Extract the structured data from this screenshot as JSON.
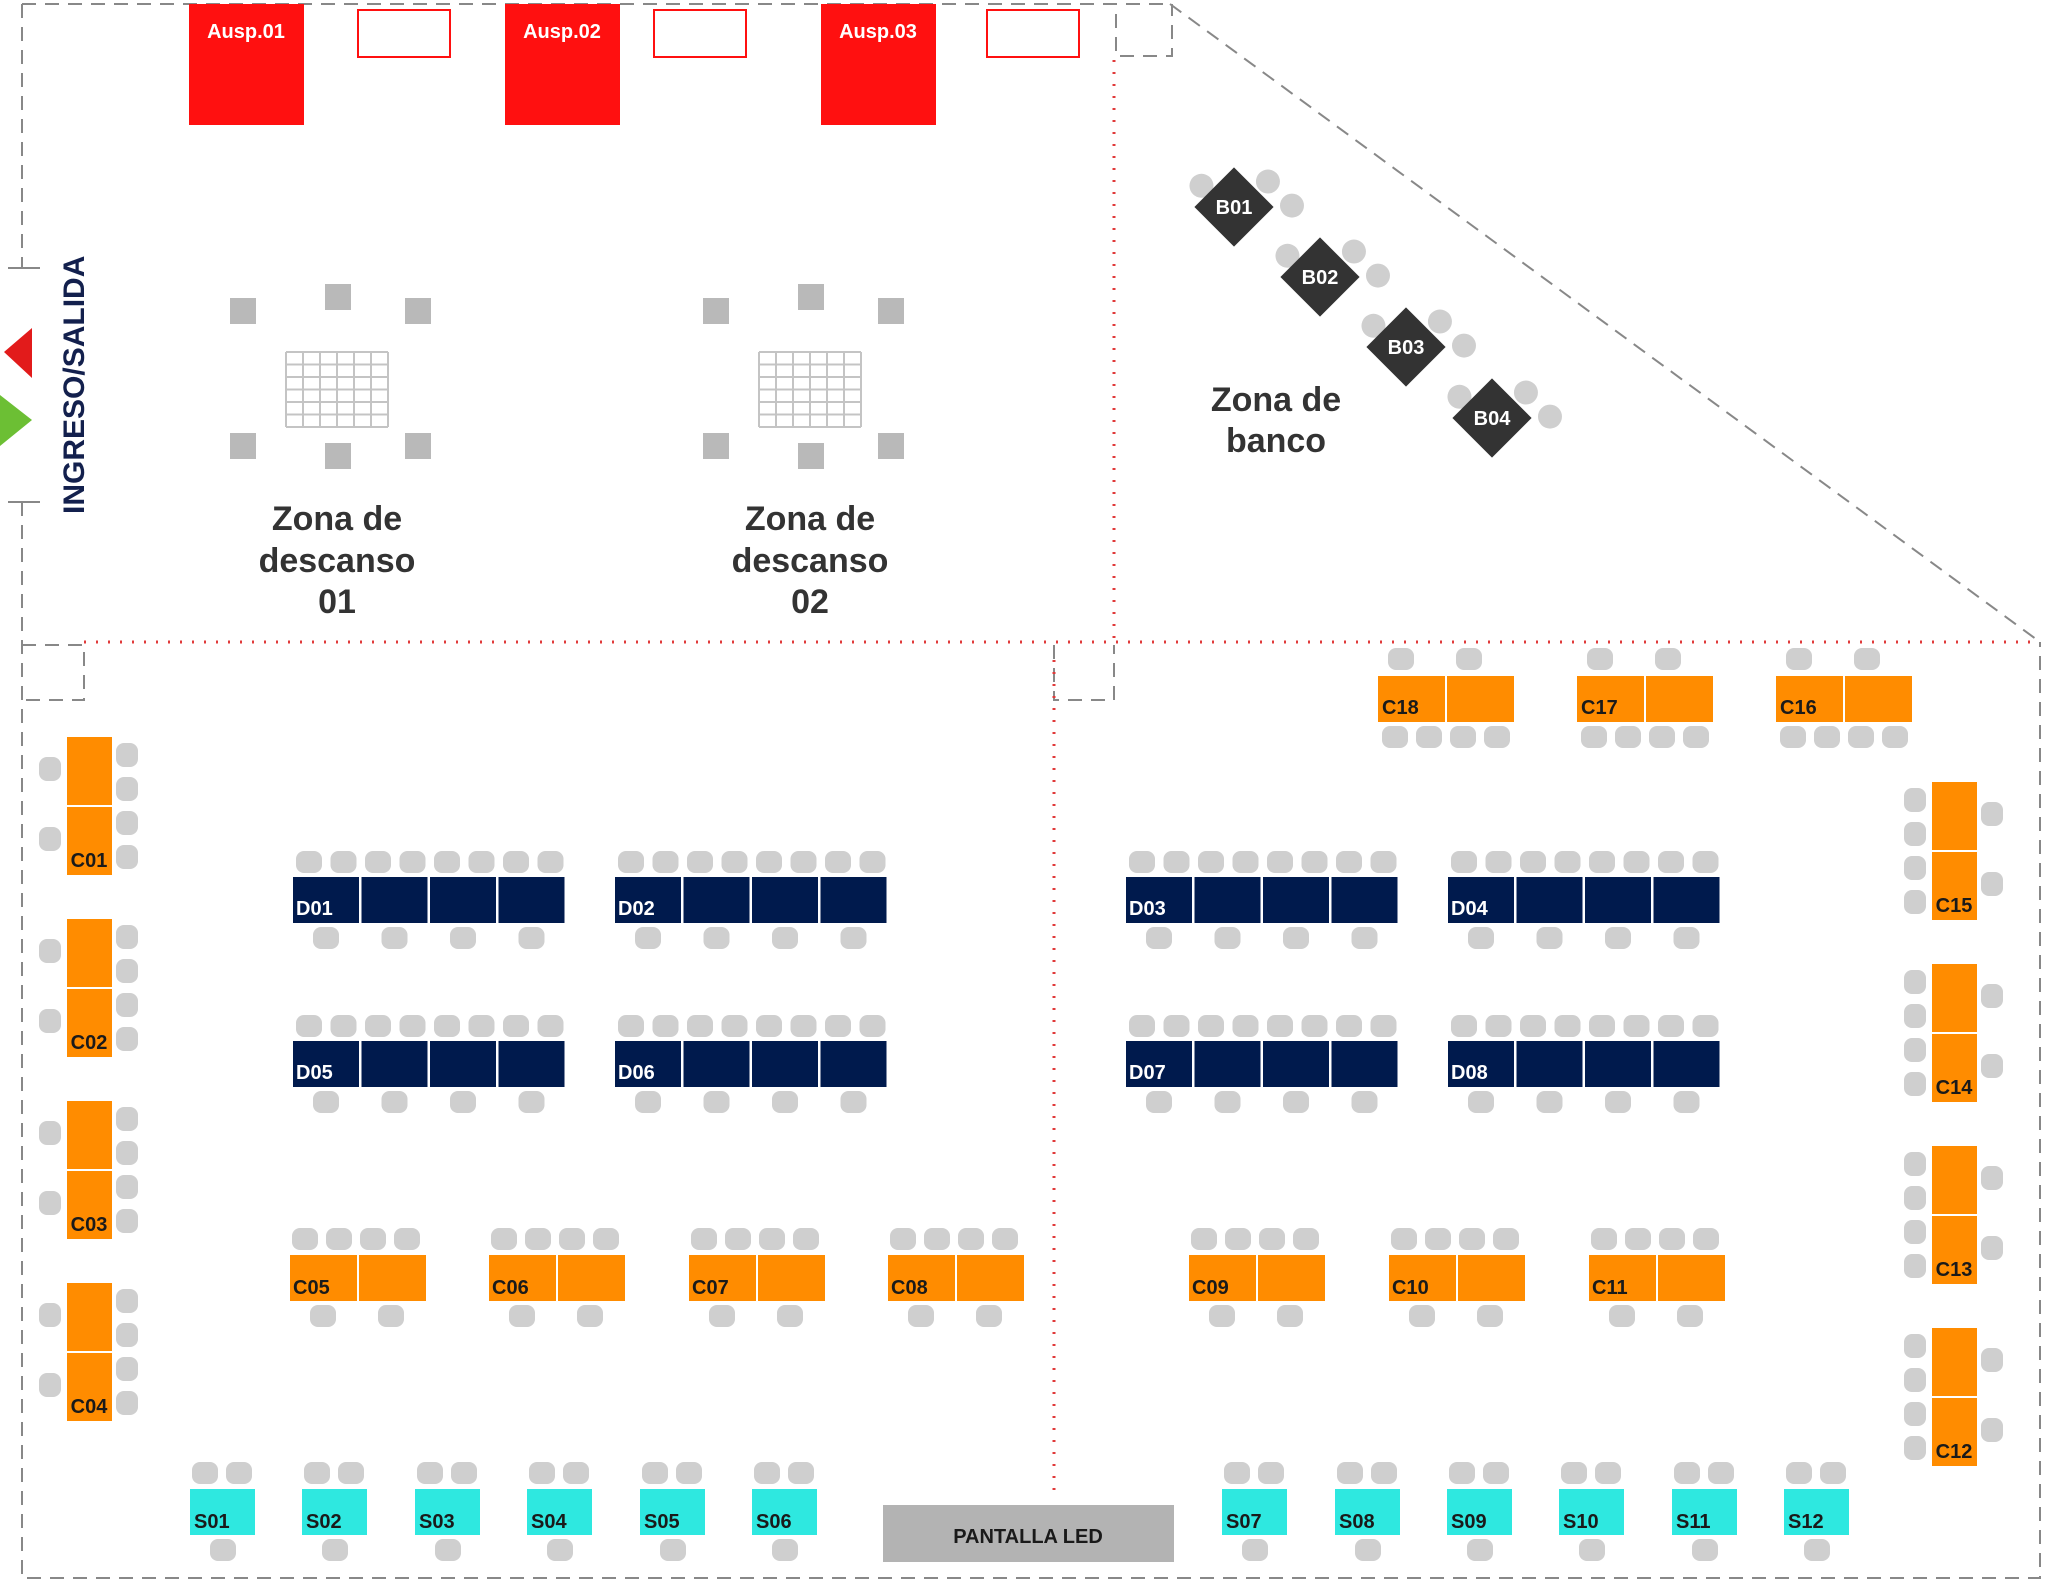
{
  "colors": {
    "sponsor": "#ff1010",
    "corporate": "#ff8c00",
    "double": "#001a4d",
    "single": "#2ee8e0",
    "bank": "#333333",
    "chair": "#cfcfcf",
    "zone_chair": "#b9b9b9",
    "screen": "#b3b3b3",
    "divider": "#e03a3a",
    "border": "#888888",
    "entrance_text": "#13204d",
    "exit_arrow": "#e21b1b",
    "entry_arrow": "#6cbf34"
  },
  "entrance": {
    "label": "INGRESO/SALIDA"
  },
  "sponsors": [
    {
      "label": "Ausp.01",
      "status": "filled"
    },
    {
      "label": "",
      "status": "empty"
    },
    {
      "label": "Ausp.02",
      "status": "filled"
    },
    {
      "label": "",
      "status": "empty"
    },
    {
      "label": "Ausp.03",
      "status": "filled"
    },
    {
      "label": "",
      "status": "empty"
    }
  ],
  "rest_zones": [
    {
      "line1": "Zona de",
      "line2": "descanso",
      "line3": "01"
    },
    {
      "line1": "Zona de",
      "line2": "descanso",
      "line3": "02"
    }
  ],
  "bank_zone": {
    "line1": "Zona de",
    "line2": "banco",
    "tables": [
      "B01",
      "B02",
      "B03",
      "B04"
    ]
  },
  "screen": {
    "label": "PANTALLA LED"
  },
  "c_side_left": [
    "C01",
    "C02",
    "C03",
    "C04"
  ],
  "c_side_right": [
    "C15",
    "C14",
    "C13",
    "C12"
  ],
  "c_top": [
    "C18",
    "C17",
    "C16"
  ],
  "c_row": [
    "C05",
    "C06",
    "C07",
    "C08",
    "C09",
    "C10",
    "C11"
  ],
  "d_tables": [
    "D01",
    "D02",
    "D03",
    "D04",
    "D05",
    "D06",
    "D07",
    "D08"
  ],
  "s_tables": [
    "S01",
    "S02",
    "S03",
    "S04",
    "S05",
    "S06",
    "S07",
    "S08",
    "S09",
    "S10",
    "S11",
    "S12"
  ]
}
